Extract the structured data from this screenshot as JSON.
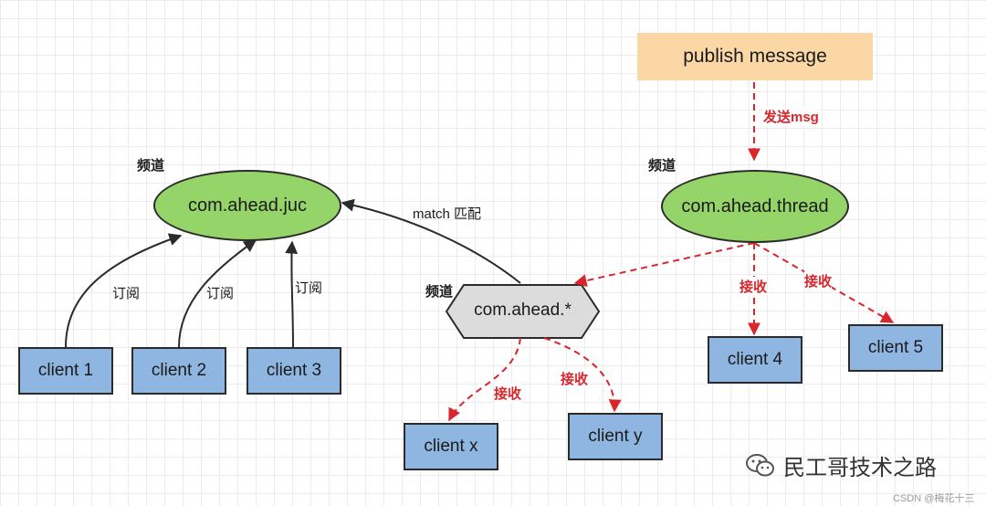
{
  "publish": {
    "label": "publish message"
  },
  "send_label": "发送msg",
  "channel_label": "频道",
  "channels": {
    "juc": "com.ahead.juc",
    "thread": "com.ahead.thread",
    "wildcard": "com.ahead.*"
  },
  "match_label": "match 匹配",
  "subscribe_label": "订阅",
  "receive_label": "接收",
  "clients": {
    "c1": "client 1",
    "c2": "client 2",
    "c3": "client 3",
    "c4": "client 4",
    "c5": "client 5",
    "cx": "client x",
    "cy": "client y"
  },
  "watermark": {
    "text": "民工哥技术之路",
    "icon": "wechat-icon"
  },
  "credit": "CSDN @梅花十三",
  "colors": {
    "red_arrow": "#d9252c",
    "dark_arrow": "#2b2b2b",
    "channel_fill": "#95d468",
    "client_fill": "#8fb6e1",
    "publish_fill": "#fbd7a6",
    "wildcard_fill": "#dcdcdc"
  }
}
